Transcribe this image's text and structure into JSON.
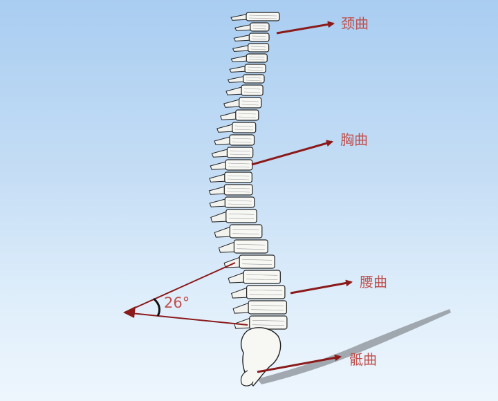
{
  "labels": {
    "cervical": "颈曲",
    "thoracic": "胸曲",
    "lumbar": "腰曲",
    "sacral": "骶曲",
    "angle": "26°"
  },
  "colors": {
    "arrow": "#8b1a1a",
    "label_text": "#c0504d",
    "bone_fill": "#f7f7f4",
    "bone_stroke": "#222222",
    "shadow": "#8a8f96"
  }
}
